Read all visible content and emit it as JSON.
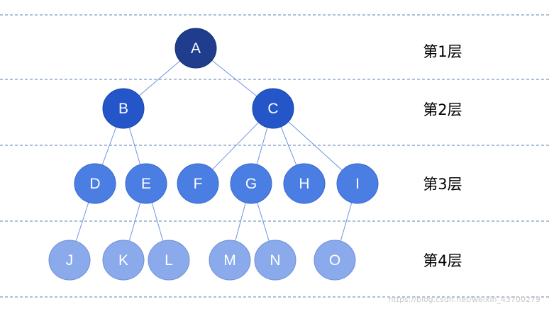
{
  "colors": {
    "level1": "#1f3d8c",
    "level2": "#2456c9",
    "level3": "#4a7ee3",
    "level4": "#8aaaec",
    "edge": "#6d93e0",
    "dashed_line": "#5b7fb8",
    "node_text": "#ffffff"
  },
  "nodes": [
    {
      "id": "A",
      "level": 1
    },
    {
      "id": "B",
      "level": 2
    },
    {
      "id": "C",
      "level": 2
    },
    {
      "id": "D",
      "level": 3
    },
    {
      "id": "E",
      "level": 3
    },
    {
      "id": "F",
      "level": 3
    },
    {
      "id": "G",
      "level": 3
    },
    {
      "id": "H",
      "level": 3
    },
    {
      "id": "I",
      "level": 3
    },
    {
      "id": "J",
      "level": 4
    },
    {
      "id": "K",
      "level": 4
    },
    {
      "id": "L",
      "level": 4
    },
    {
      "id": "M",
      "level": 4
    },
    {
      "id": "N",
      "level": 4
    },
    {
      "id": "O",
      "level": 4
    }
  ],
  "edges": [
    [
      "A",
      "B"
    ],
    [
      "A",
      "C"
    ],
    [
      "B",
      "D"
    ],
    [
      "B",
      "E"
    ],
    [
      "C",
      "F"
    ],
    [
      "C",
      "G"
    ],
    [
      "C",
      "H"
    ],
    [
      "C",
      "I"
    ],
    [
      "D",
      "J"
    ],
    [
      "E",
      "K"
    ],
    [
      "E",
      "L"
    ],
    [
      "G",
      "M"
    ],
    [
      "G",
      "N"
    ],
    [
      "I",
      "O"
    ]
  ],
  "levels": [
    {
      "level": 1,
      "label": "第1层"
    },
    {
      "level": 2,
      "label": "第2层"
    },
    {
      "level": 3,
      "label": "第3层"
    },
    {
      "level": 4,
      "label": "第4层"
    }
  ],
  "watermark": "https://blog.csdn.net/weixin_43700279"
}
